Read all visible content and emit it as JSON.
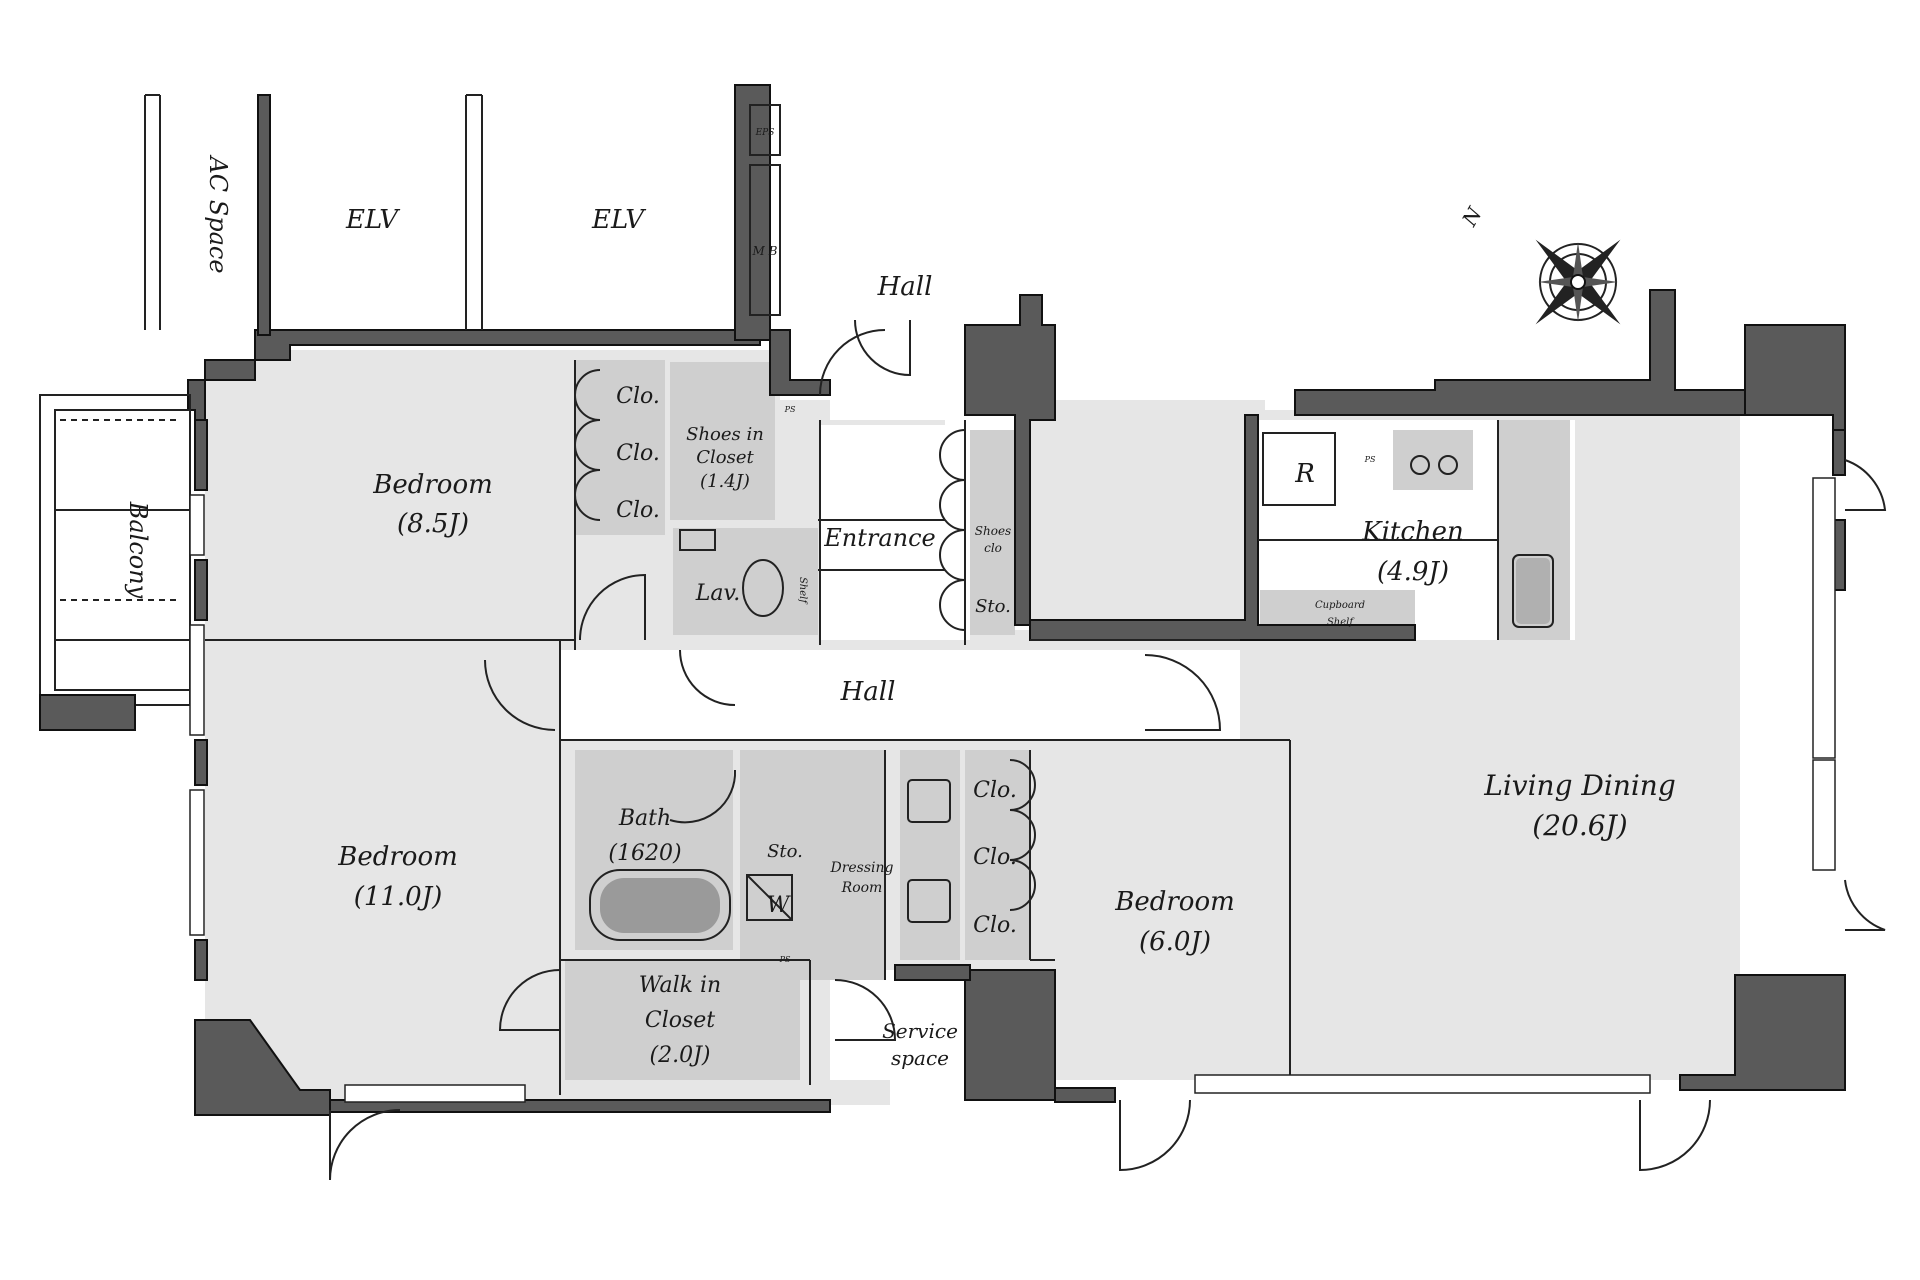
{
  "labels": {
    "ac_space": "AC Space",
    "elv1": "ELV",
    "elv2": "ELV",
    "eps": "EPS",
    "mb": "M B",
    "hall_top": "Hall",
    "bedroom1": "Bedroom",
    "bedroom1_size": "(8.5J)",
    "clo1": "Clo.",
    "clo2": "Clo.",
    "clo3": "Clo.",
    "shoes_in_closet_1": "Shoes in",
    "shoes_in_closet_2": "Closet",
    "shoes_in_closet_3": "(1.4J)",
    "ps1": "PS",
    "entrance": "Entrance",
    "shoes_clo_1": "Shoes",
    "shoes_clo_2": "clo",
    "sto1": "Sto.",
    "lav": "Lav.",
    "shelf": "Shelf",
    "balcony": "Balcony",
    "hall_mid": "Hall",
    "kitchen": "Kitchen",
    "kitchen_size": "(4.9J)",
    "r": "R",
    "ps2": "PS",
    "cupboard": "Cupboard",
    "shelf2": "Shelf",
    "bedroom2": "Bedroom",
    "bedroom2_size": "(11.0J)",
    "bath": "Bath",
    "bath_size": "(1620)",
    "sto2": "Sto.",
    "dressing1": "Dressing",
    "dressing2": "Room",
    "w": "W",
    "ps3": "PS",
    "walk_in_1": "Walk in",
    "walk_in_2": "Closet",
    "walk_in_3": "(2.0J)",
    "service1": "Service",
    "service2": "space",
    "clo4": "Clo.",
    "clo5": "Clo.",
    "clo6": "Clo.",
    "bedroom3": "Bedroom",
    "bedroom3_size": "(6.0J)",
    "living": "Living Dining",
    "living_size": "(20.6J)",
    "compass_n": "N"
  },
  "icons": {
    "compass": "compass-rose-icon"
  }
}
